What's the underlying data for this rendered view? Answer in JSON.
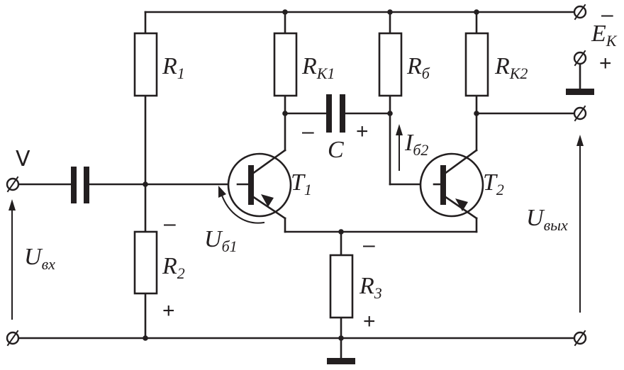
{
  "labels": {
    "r1": "R",
    "r1_sub": "1",
    "rk1": "R",
    "rk1_sub": "К1",
    "rb": "R",
    "rb_sub": "б",
    "rk2": "R",
    "rk2_sub": "К2",
    "r2": "R",
    "r2_sub": "2",
    "r3": "R",
    "r3_sub": "3",
    "t1": "T",
    "t1_sub": "1",
    "t2": "T",
    "t2_sub": "2",
    "c": "C",
    "ib2": "I",
    "ib2_sub": "б2",
    "ub1": "U",
    "ub1_sub": "б1",
    "uin": "U",
    "uin_sub": "вх",
    "uout": "U",
    "uout_sub": "вых",
    "ek": "E",
    "ek_sub": "К",
    "input_symbol": "ᐯ"
  },
  "signs": {
    "ek_minus": "–",
    "ek_plus": "+",
    "c_minus": "–",
    "c_plus": "+",
    "r2_minus": "–",
    "r2_plus": "+",
    "r3_minus": "–",
    "r3_plus": "+"
  }
}
